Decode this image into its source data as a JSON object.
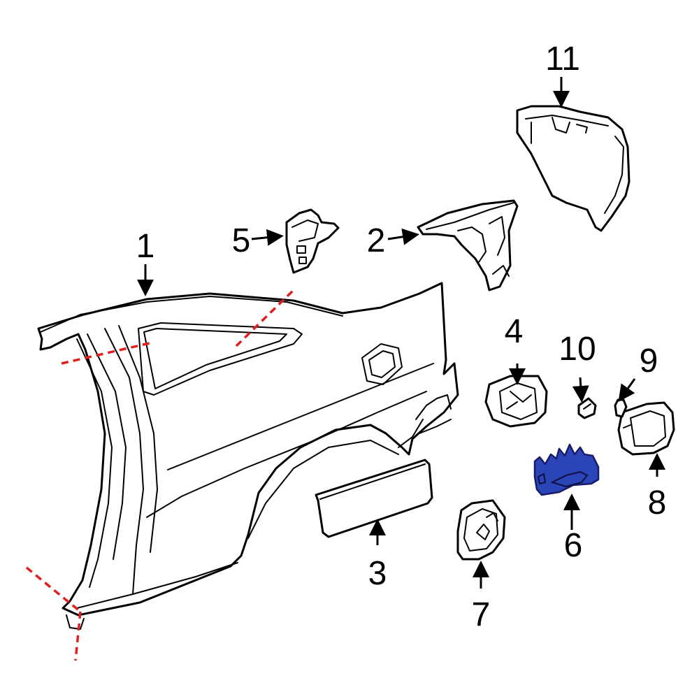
{
  "colors": {
    "outline": "#000000",
    "background": "#ffffff",
    "highlight": "#2a45b8",
    "cut_line": "#e02020"
  },
  "callouts": {
    "p1": "1",
    "p2": "2",
    "p3": "3",
    "p4": "4",
    "p5": "5",
    "p6": "6",
    "p7": "7",
    "p8": "8",
    "p9": "9",
    "p10": "10",
    "p11": "11"
  },
  "highlighted_part": "6"
}
